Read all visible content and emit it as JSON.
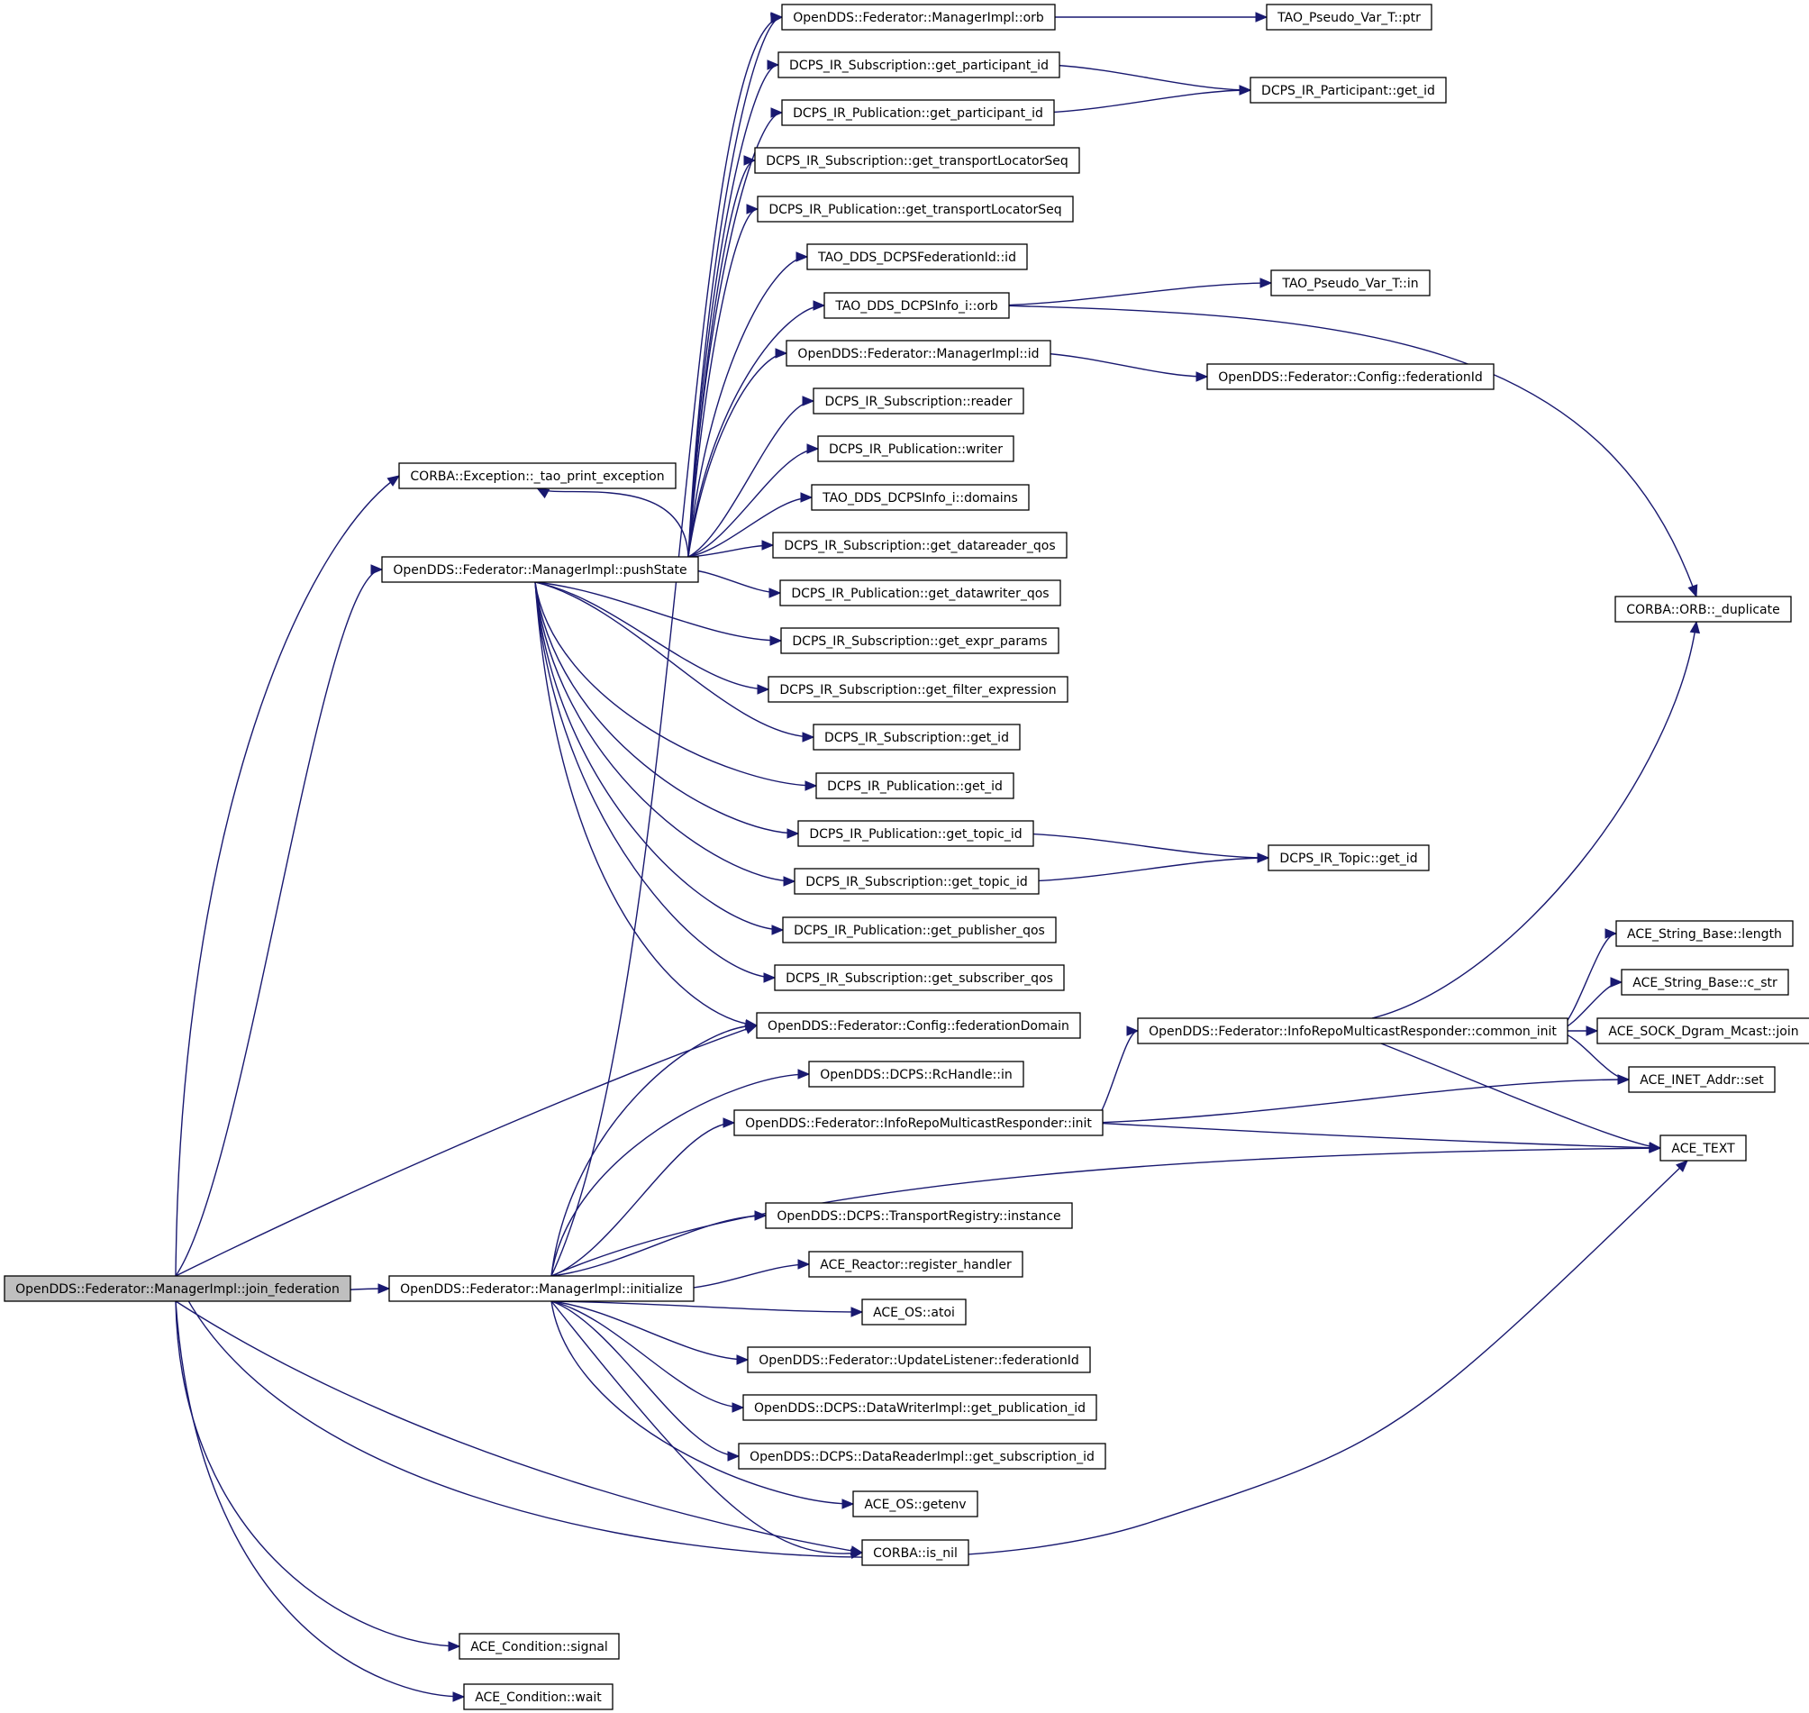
{
  "colors": {
    "edge": "#191970",
    "node_fill": "#ffffff",
    "focus_fill": "#bfbfbf",
    "truncated_border": "#ff0000",
    "node_border": "#000000"
  },
  "nodes": [
    {
      "id": "join",
      "label": "OpenDDS::Federator::ManagerImpl::join_federation",
      "style": "focus"
    },
    {
      "id": "tao_print",
      "label": "CORBA::Exception::_tao_print_exception"
    },
    {
      "id": "pushState",
      "label": "OpenDDS::Federator::ManagerImpl::pushState"
    },
    {
      "id": "initialize",
      "label": "OpenDDS::Federator::ManagerImpl::initialize"
    },
    {
      "id": "fedDomain",
      "label": "OpenDDS::Federator::Config::federationDomain"
    },
    {
      "id": "is_nil",
      "label": "CORBA::is_nil"
    },
    {
      "id": "ace_text",
      "label": "ACE_TEXT"
    },
    {
      "id": "cond_signal",
      "label": "ACE_Condition::signal"
    },
    {
      "id": "cond_wait",
      "label": "ACE_Condition::wait"
    },
    {
      "id": "mgr_orb",
      "label": "OpenDDS::Federator::ManagerImpl::orb"
    },
    {
      "id": "sub_get_part",
      "label": "DCPS_IR_Subscription::get_participant_id"
    },
    {
      "id": "pub_get_part",
      "label": "DCPS_IR_Publication::get_participant_id"
    },
    {
      "id": "sub_tls",
      "label": "DCPS_IR_Subscription::get_transportLocatorSeq"
    },
    {
      "id": "pub_tls",
      "label": "DCPS_IR_Publication::get_transportLocatorSeq"
    },
    {
      "id": "fedid_id",
      "label": "TAO_DDS_DCPSFederationId::id"
    },
    {
      "id": "info_orb",
      "label": "TAO_DDS_DCPSInfo_i::orb"
    },
    {
      "id": "mgr_id",
      "label": "OpenDDS::Federator::ManagerImpl::id"
    },
    {
      "id": "sub_reader",
      "label": "DCPS_IR_Subscription::reader"
    },
    {
      "id": "pub_writer",
      "label": "DCPS_IR_Publication::writer"
    },
    {
      "id": "info_domains",
      "label": "TAO_DDS_DCPSInfo_i::domains"
    },
    {
      "id": "sub_drqos",
      "label": "DCPS_IR_Subscription::get_datareader_qos"
    },
    {
      "id": "pub_dwqos",
      "label": "DCPS_IR_Publication::get_datawriter_qos"
    },
    {
      "id": "sub_expr",
      "label": "DCPS_IR_Subscription::get_expr_params"
    },
    {
      "id": "sub_filter",
      "label": "DCPS_IR_Subscription::get_filter_expression"
    },
    {
      "id": "sub_get_id",
      "label": "DCPS_IR_Subscription::get_id"
    },
    {
      "id": "pub_get_id",
      "label": "DCPS_IR_Publication::get_id"
    },
    {
      "id": "pub_topic",
      "label": "DCPS_IR_Publication::get_topic_id"
    },
    {
      "id": "sub_topic",
      "label": "DCPS_IR_Subscription::get_topic_id"
    },
    {
      "id": "pub_pubqos",
      "label": "DCPS_IR_Publication::get_publisher_qos"
    },
    {
      "id": "sub_subqos",
      "label": "DCPS_IR_Subscription::get_subscriber_qos"
    },
    {
      "id": "rchandle_in",
      "label": "OpenDDS::DCPS::RcHandle::in"
    },
    {
      "id": "resp_init",
      "label": "OpenDDS::Federator::InfoRepoMulticastResponder::init"
    },
    {
      "id": "treg_inst",
      "label": "OpenDDS::DCPS::TransportRegistry::instance"
    },
    {
      "id": "reactor_reg",
      "label": "ACE_Reactor::register_handler"
    },
    {
      "id": "os_atoi",
      "label": "ACE_OS::atoi"
    },
    {
      "id": "ul_fedid",
      "label": "OpenDDS::Federator::UpdateListener::federationId"
    },
    {
      "id": "dw_pubid",
      "label": "OpenDDS::DCPS::DataWriterImpl::get_publication_id"
    },
    {
      "id": "dr_subid",
      "label": "OpenDDS::DCPS::DataReaderImpl::get_subscription_id"
    },
    {
      "id": "os_getenv",
      "label": "ACE_OS::getenv"
    },
    {
      "id": "pv_ptr",
      "label": "TAO_Pseudo_Var_T::ptr"
    },
    {
      "id": "part_get_id",
      "label": "DCPS_IR_Participant::get_id"
    },
    {
      "id": "pv_in",
      "label": "TAO_Pseudo_Var_T::in"
    },
    {
      "id": "cfg_fedid",
      "label": "OpenDDS::Federator::Config::federationId"
    },
    {
      "id": "topic_get_id",
      "label": "DCPS_IR_Topic::get_id"
    },
    {
      "id": "common_init",
      "label": "OpenDDS::Federator::InfoRepoMulticastResponder::common_init",
      "style": "truncated"
    },
    {
      "id": "orb_dup",
      "label": "CORBA::ORB::_duplicate"
    },
    {
      "id": "sb_length",
      "label": "ACE_String_Base::length"
    },
    {
      "id": "sb_cstr",
      "label": "ACE_String_Base::c_str"
    },
    {
      "id": "mcast_join",
      "label": "ACE_SOCK_Dgram_Mcast::join"
    },
    {
      "id": "inet_set",
      "label": "ACE_INET_Addr::set"
    }
  ],
  "edges": [
    [
      "join",
      "tao_print"
    ],
    [
      "join",
      "pushState"
    ],
    [
      "join",
      "initialize"
    ],
    [
      "join",
      "fedDomain"
    ],
    [
      "join",
      "is_nil"
    ],
    [
      "join",
      "ace_text"
    ],
    [
      "join",
      "cond_signal"
    ],
    [
      "join",
      "cond_wait"
    ],
    [
      "pushState",
      "mgr_orb"
    ],
    [
      "pushState",
      "sub_get_part"
    ],
    [
      "pushState",
      "pub_get_part"
    ],
    [
      "pushState",
      "sub_tls"
    ],
    [
      "pushState",
      "pub_tls"
    ],
    [
      "pushState",
      "fedid_id"
    ],
    [
      "pushState",
      "info_orb"
    ],
    [
      "pushState",
      "mgr_id"
    ],
    [
      "pushState",
      "sub_reader"
    ],
    [
      "pushState",
      "pub_writer"
    ],
    [
      "pushState",
      "info_domains"
    ],
    [
      "pushState",
      "sub_drqos"
    ],
    [
      "pushState",
      "pub_dwqos"
    ],
    [
      "pushState",
      "sub_expr"
    ],
    [
      "pushState",
      "sub_filter"
    ],
    [
      "pushState",
      "sub_get_id"
    ],
    [
      "pushState",
      "pub_get_id"
    ],
    [
      "pushState",
      "pub_topic"
    ],
    [
      "pushState",
      "sub_topic"
    ],
    [
      "pushState",
      "pub_pubqos"
    ],
    [
      "pushState",
      "sub_subqos"
    ],
    [
      "pushState",
      "fedDomain"
    ],
    [
      "pushState",
      "tao_print"
    ],
    [
      "initialize",
      "mgr_orb"
    ],
    [
      "initialize",
      "fedDomain"
    ],
    [
      "initialize",
      "rchandle_in"
    ],
    [
      "initialize",
      "resp_init"
    ],
    [
      "initialize",
      "ace_text"
    ],
    [
      "initialize",
      "treg_inst"
    ],
    [
      "initialize",
      "reactor_reg"
    ],
    [
      "initialize",
      "os_atoi"
    ],
    [
      "initialize",
      "ul_fedid"
    ],
    [
      "initialize",
      "dw_pubid"
    ],
    [
      "initialize",
      "dr_subid"
    ],
    [
      "initialize",
      "os_getenv"
    ],
    [
      "initialize",
      "is_nil"
    ],
    [
      "mgr_orb",
      "pv_ptr"
    ],
    [
      "sub_get_part",
      "part_get_id"
    ],
    [
      "pub_get_part",
      "part_get_id"
    ],
    [
      "info_orb",
      "pv_in"
    ],
    [
      "info_orb",
      "orb_dup"
    ],
    [
      "mgr_id",
      "cfg_fedid"
    ],
    [
      "pub_topic",
      "topic_get_id"
    ],
    [
      "sub_topic",
      "topic_get_id"
    ],
    [
      "resp_init",
      "common_init"
    ],
    [
      "resp_init",
      "inet_set"
    ],
    [
      "resp_init",
      "ace_text"
    ],
    [
      "common_init",
      "orb_dup"
    ],
    [
      "common_init",
      "sb_length"
    ],
    [
      "common_init",
      "sb_cstr"
    ],
    [
      "common_init",
      "mcast_join"
    ],
    [
      "common_init",
      "inet_set"
    ],
    [
      "common_init",
      "ace_text"
    ]
  ]
}
